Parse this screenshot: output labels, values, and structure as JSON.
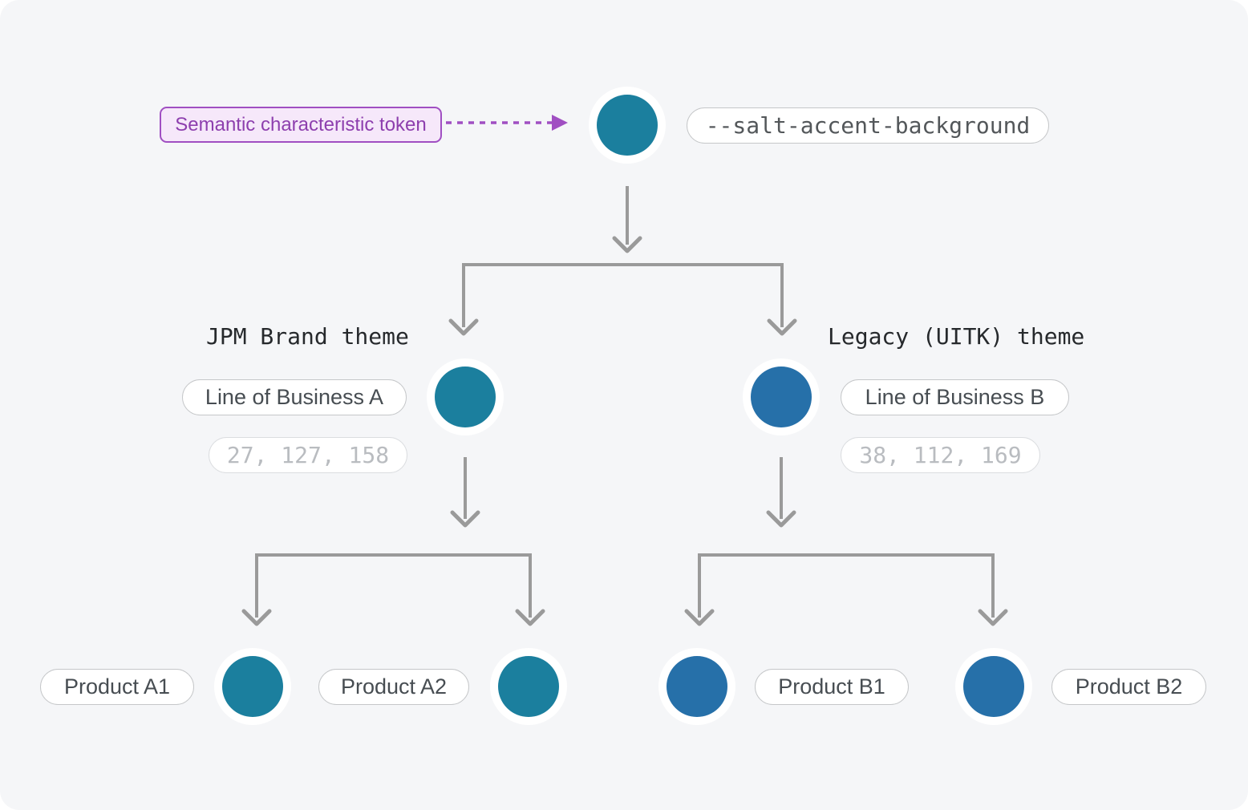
{
  "diagram": {
    "callout": {
      "label": "Semantic characteristic token"
    },
    "token": {
      "name": "--salt-accent-background"
    },
    "themes": [
      {
        "label": "JPM Brand theme",
        "lob": "Line of Business A",
        "rgb": "27, 127, 158",
        "products": [
          {
            "label": "Product A1"
          },
          {
            "label": "Product A2"
          }
        ]
      },
      {
        "label": "Legacy (UITK) theme",
        "lob": "Line of Business B",
        "rgb": "38, 112, 169",
        "products": [
          {
            "label": "Product B1"
          },
          {
            "label": "Product B2"
          }
        ]
      }
    ]
  },
  "colors": {
    "accent_teal": "#1B7F9E",
    "accent_blue": "#2670A9",
    "connector_gray": "#9A9A9A",
    "callout_purple": "#A04FC2",
    "callout_bg": "#F6E8FA",
    "callout_text": "#8D3FAE",
    "background": "#F5F6F8"
  }
}
